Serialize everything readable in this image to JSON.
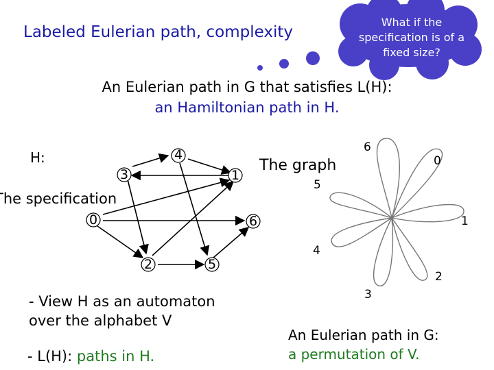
{
  "title": "Labeled Eulerian path, complexity",
  "thought_bubble": {
    "text": "What if the specification is of a fixed size?",
    "color": "#4a40c8"
  },
  "subtitle": {
    "line1": "An Eulerian path in G that satisfies L(H):",
    "line2": "an Hamiltonian path in H."
  },
  "graph_h": {
    "label": "H:",
    "nodes": [
      "4",
      "3",
      "1",
      "0",
      "6",
      "2",
      "5"
    ],
    "specification_label": "The specification"
  },
  "bullets": [
    {
      "text": "- View H as an automaton over the alphabet V"
    },
    {
      "prefix": "- L(H): ",
      "highlight": "paths in H."
    }
  ],
  "graph_g": {
    "label": "The graph",
    "petal_labels": [
      "6",
      "0",
      "5",
      "1",
      "4",
      "2",
      "3"
    ],
    "caption_line1": "An Eulerian path in G:",
    "caption_line2": "a permutation of V."
  },
  "colors": {
    "title": "#1a1aa6",
    "highlight": "#1f7a1f"
  }
}
